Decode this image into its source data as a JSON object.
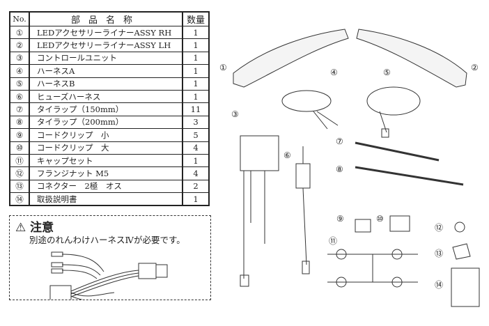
{
  "table": {
    "header": {
      "no": "No.",
      "name": "部品名称",
      "qty": "数量"
    },
    "rows": [
      {
        "no": "①",
        "name": "LEDアクセサリーライナーASSY RH",
        "qty": "1"
      },
      {
        "no": "②",
        "name": "LEDアクセサリーライナーASSY LH",
        "qty": "1"
      },
      {
        "no": "③",
        "name": "コントロールユニット",
        "qty": "1"
      },
      {
        "no": "④",
        "name": "ハーネスA",
        "qty": "1"
      },
      {
        "no": "⑤",
        "name": "ハーネスB",
        "qty": "1"
      },
      {
        "no": "⑥",
        "name": "ヒューズハーネス",
        "qty": "1"
      },
      {
        "no": "⑦",
        "name": "タイラップ（150mm）",
        "qty": "11"
      },
      {
        "no": "⑧",
        "name": "タイラップ（200mm）",
        "qty": "3"
      },
      {
        "no": "⑨",
        "name": "コードクリップ　小",
        "qty": "5"
      },
      {
        "no": "⑩",
        "name": "コードクリップ　大",
        "qty": "4"
      },
      {
        "no": "⑪",
        "name": "キャップセット",
        "qty": "1"
      },
      {
        "no": "⑫",
        "name": "フランジナット M5",
        "qty": "4"
      },
      {
        "no": "⑬",
        "name": "コネクター　2極　オス",
        "qty": "2"
      },
      {
        "no": "⑭",
        "name": "取扱説明書",
        "qty": "1"
      }
    ]
  },
  "caution": {
    "icon": "warning-icon",
    "title": "注意",
    "text": "別途のれんわけハーネスⅣが必要です。"
  },
  "labels": [
    "①",
    "②",
    "③",
    "④",
    "⑤",
    "⑥",
    "⑦",
    "⑧",
    "⑨",
    "⑩",
    "⑪",
    "⑫",
    "⑬",
    "⑭"
  ]
}
